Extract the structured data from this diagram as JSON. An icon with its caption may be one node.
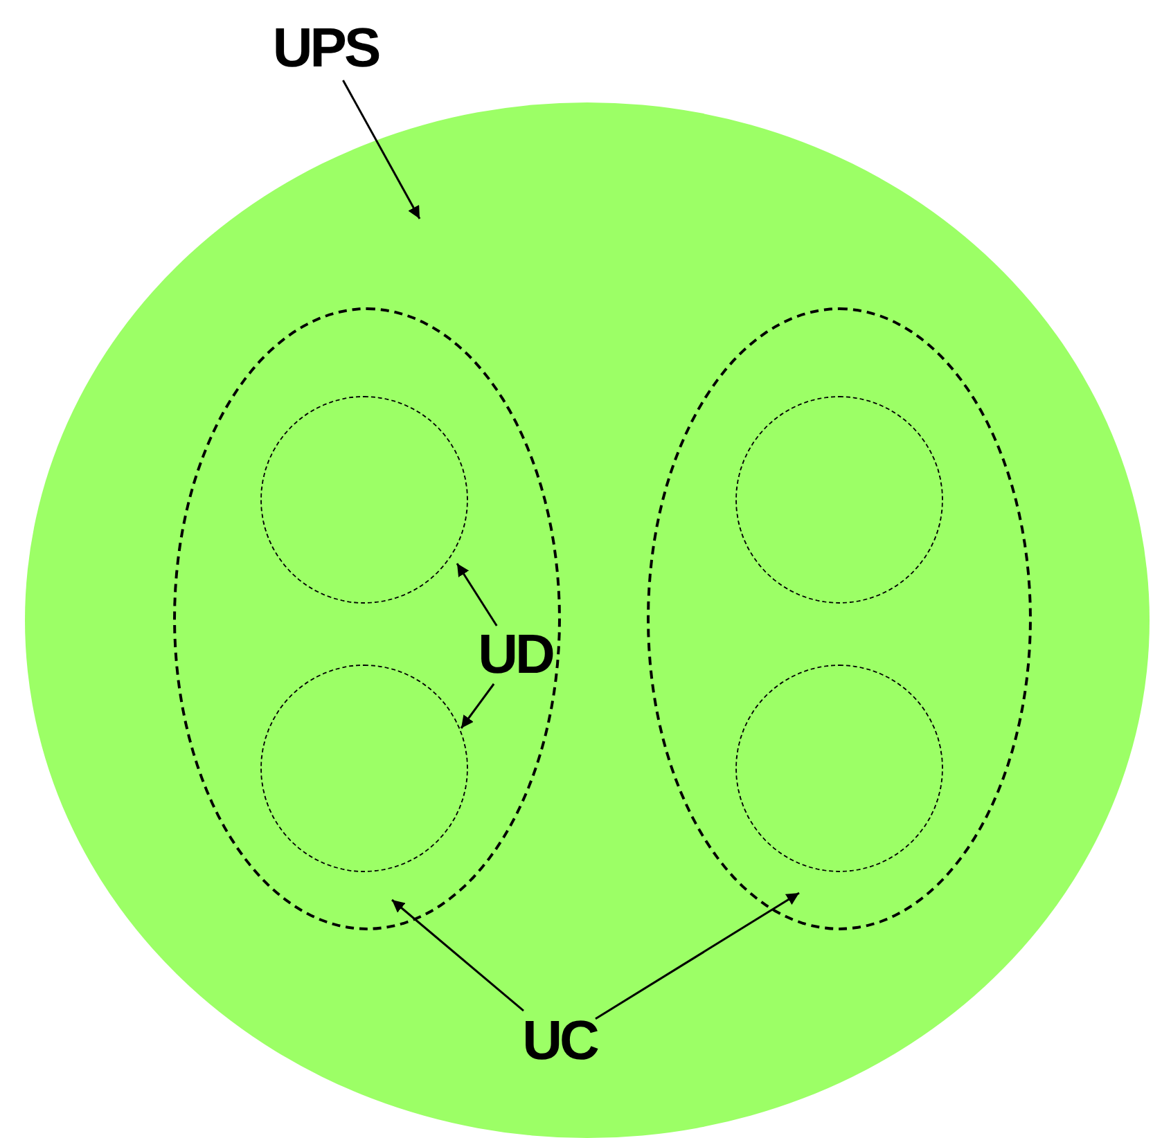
{
  "diagram": {
    "nodes": [
      {
        "text": [
          "UPS"
        ]
      },
      {
        "text": [],
        "shape": "ellipse"
      },
      {
        "text": [],
        "shape": "ellipse",
        "in": 1
      },
      {
        "text": [],
        "shape": "circle",
        "in": 2
      },
      {
        "text": [],
        "shape": "circle",
        "in": 2
      },
      {
        "text": [],
        "shape": "ellipse",
        "in": 1
      },
      {
        "text": [],
        "shape": "circle",
        "in": 5
      },
      {
        "text": [],
        "shape": "circle",
        "in": 5
      },
      {
        "text": [
          "UD"
        ],
        "in": 2
      },
      {
        "text": [
          "UC"
        ],
        "in": 1
      }
    ],
    "edges": [
      {
        "from": 0,
        "to": 1,
        "arrow": "to"
      },
      {
        "from": 8,
        "to": 3,
        "arrow": "to"
      },
      {
        "from": 8,
        "to": 4,
        "arrow": "to"
      },
      {
        "from": 9,
        "to": 2,
        "arrow": "to"
      },
      {
        "from": 9,
        "to": 5,
        "arrow": "to"
      }
    ]
  }
}
